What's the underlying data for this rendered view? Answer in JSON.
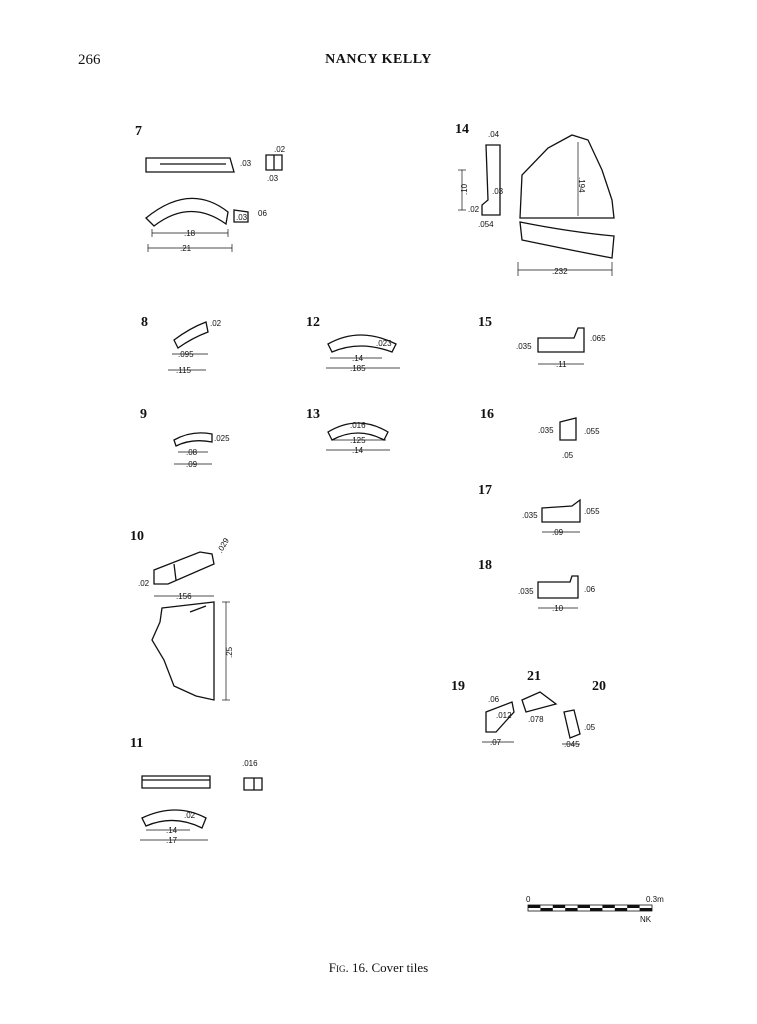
{
  "header": {
    "page_number": "266",
    "running_head": "NANCY KELLY"
  },
  "figures": {
    "f7": {
      "num": "7",
      "dims": [
        ".02",
        ".03",
        ".03",
        ".03",
        "06",
        ".18",
        ".21"
      ]
    },
    "f8": {
      "num": "8",
      "dims": [
        ".02",
        ".095",
        ".115"
      ]
    },
    "f9": {
      "num": "9",
      "dims": [
        ".025",
        ".08",
        ".09"
      ]
    },
    "f10": {
      "num": "10",
      "dims": [
        ".029",
        ".02",
        ".156",
        ".25"
      ]
    },
    "f11": {
      "num": "11",
      "dims": [
        ".016",
        ".02",
        ".14",
        ".17"
      ]
    },
    "f12": {
      "num": "12",
      "dims": [
        ".023",
        ".14",
        ".185"
      ]
    },
    "f13": {
      "num": "13",
      "dims": [
        ".016",
        ".125",
        ".14"
      ]
    },
    "f14": {
      "num": "14",
      "dims": [
        ".04",
        ".10",
        ".03",
        ".02",
        ".054",
        ".194",
        ".232"
      ]
    },
    "f15": {
      "num": "15",
      "dims": [
        ".035",
        ".065",
        ".11"
      ]
    },
    "f16": {
      "num": "16",
      "dims": [
        ".035",
        ".055",
        ".05"
      ]
    },
    "f17": {
      "num": "17",
      "dims": [
        ".035",
        ".055",
        ".09"
      ]
    },
    "f18": {
      "num": "18",
      "dims": [
        ".035",
        ".06",
        ".10"
      ]
    },
    "f19": {
      "num": "19",
      "dims": [
        ".06",
        ".012",
        ".07"
      ]
    },
    "f20": {
      "num": "20",
      "dims": [
        ".05",
        ".045"
      ]
    },
    "f21": {
      "num": "21",
      "dims": [
        ".078"
      ]
    }
  },
  "scale_bar": {
    "start": "0",
    "end": "0.3m",
    "initials": "NK"
  },
  "caption": {
    "label": "Fig. 16.",
    "text": "Cover tiles"
  }
}
